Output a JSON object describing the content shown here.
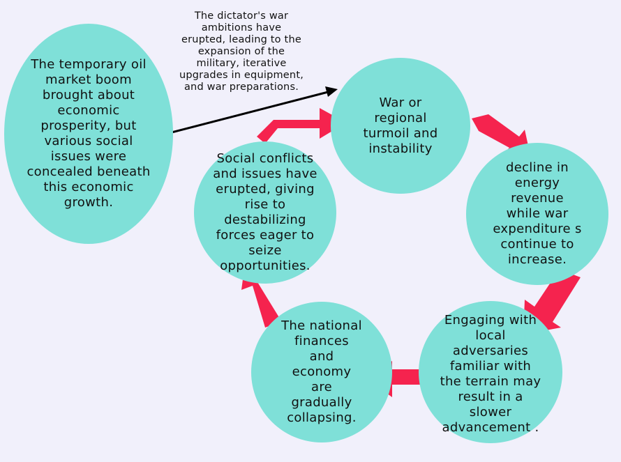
{
  "diagram": {
    "origin_text": "The temporary oil market boom brought about economic prosperity, but various social issues were concealed beneath this economic growth.",
    "connector_note": "The dictator's war ambitions have erupted, leading to the expansion of the military, iterative upgrades in equipment, and war preparations.",
    "cycle": [
      {
        "id": "war",
        "text": "War or regional turmoil and instability"
      },
      {
        "id": "revenue",
        "text": "decline in energy revenue while war expenditure s continue to increase."
      },
      {
        "id": "adversaries",
        "text": "Engaging with local adversaries familiar with the terrain may result in a slower advancement ."
      },
      {
        "id": "finances",
        "text": "The national finances and economy are gradually collapsing."
      },
      {
        "id": "social",
        "text": "Social conflicts and issues have erupted, giving rise to destabilizing forces eager to seize opportunities."
      }
    ],
    "colors": {
      "node_fill": "#7fe0d8",
      "arrow": "#f5234e",
      "background": "#f1f0fb",
      "connector": "#000000"
    }
  }
}
